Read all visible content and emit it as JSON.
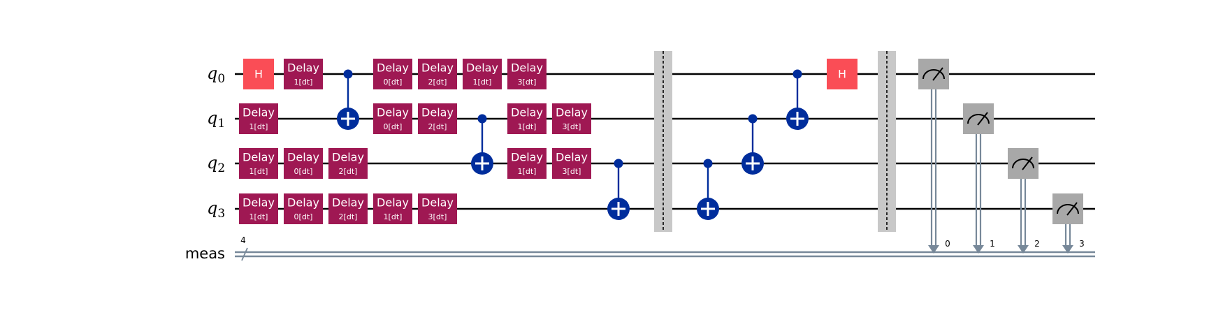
{
  "colors": {
    "delay": "#9f1853",
    "hadamard": "#fa4d56",
    "cx": "#002d9c",
    "measure": "#a8a8a8",
    "barrier": "#c8c8c8",
    "classical": "#778899",
    "wire": "#000000"
  },
  "qubit_wires": [
    {
      "name": "q",
      "index": "0"
    },
    {
      "name": "q",
      "index": "1"
    },
    {
      "name": "q",
      "index": "2"
    },
    {
      "name": "q",
      "index": "3"
    }
  ],
  "classical_register": {
    "label": "meas",
    "size": "4"
  },
  "gate_labels": {
    "delay": "Delay",
    "h": "H"
  },
  "delays": [
    {
      "qubit": 0,
      "column": 1,
      "param": "1[dt]"
    },
    {
      "qubit": 1,
      "column": 0,
      "param": "1[dt]"
    },
    {
      "qubit": 2,
      "column": 0,
      "param": "1[dt]"
    },
    {
      "qubit": 2,
      "column": 1,
      "param": "0[dt]"
    },
    {
      "qubit": 2,
      "column": 2,
      "param": "2[dt]"
    },
    {
      "qubit": 3,
      "column": 0,
      "param": "1[dt]"
    },
    {
      "qubit": 3,
      "column": 1,
      "param": "0[dt]"
    },
    {
      "qubit": 3,
      "column": 2,
      "param": "2[dt]"
    },
    {
      "qubit": 3,
      "column": 3,
      "param": "1[dt]"
    },
    {
      "qubit": 3,
      "column": 4,
      "param": "3[dt]"
    },
    {
      "qubit": 0,
      "column": 3,
      "param": "0[dt]"
    },
    {
      "qubit": 0,
      "column": 4,
      "param": "2[dt]"
    },
    {
      "qubit": 0,
      "column": 5,
      "param": "1[dt]"
    },
    {
      "qubit": 0,
      "column": 6,
      "param": "3[dt]"
    },
    {
      "qubit": 1,
      "column": 3,
      "param": "0[dt]"
    },
    {
      "qubit": 1,
      "column": 4,
      "param": "2[dt]"
    },
    {
      "qubit": 1,
      "column": 6,
      "param": "1[dt]"
    },
    {
      "qubit": 1,
      "column": 7,
      "param": "3[dt]"
    },
    {
      "qubit": 2,
      "column": 6,
      "param": "1[dt]"
    },
    {
      "qubit": 2,
      "column": 7,
      "param": "3[dt]"
    }
  ],
  "hadamards": [
    {
      "qubit": 0,
      "column": 0
    },
    {
      "qubit": 0,
      "column": 13
    }
  ],
  "cnots": [
    {
      "control": 0,
      "target": 1,
      "column": 2
    },
    {
      "control": 1,
      "target": 2,
      "column": 5
    },
    {
      "control": 2,
      "target": 3,
      "column": 8
    },
    {
      "control": 2,
      "target": 3,
      "column": 10
    },
    {
      "control": 1,
      "target": 2,
      "column": 11
    },
    {
      "control": 0,
      "target": 1,
      "column": 12
    }
  ],
  "barriers": [
    {
      "column": 9
    },
    {
      "column": 14
    }
  ],
  "measurements": [
    {
      "qubit": 0,
      "column": 15,
      "bit": "0"
    },
    {
      "qubit": 1,
      "column": 16,
      "bit": "1"
    },
    {
      "qubit": 2,
      "column": 17,
      "bit": "2"
    },
    {
      "qubit": 3,
      "column": 18,
      "bit": "3"
    }
  ]
}
